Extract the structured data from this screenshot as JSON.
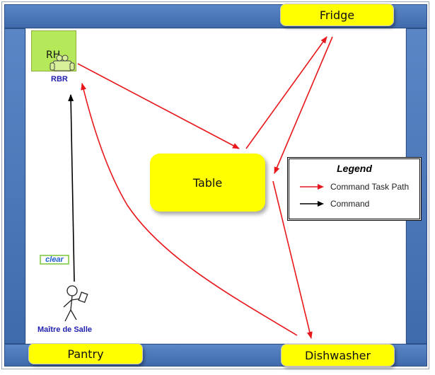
{
  "stations": {
    "fridge": "Fridge",
    "pantry": "Pantry",
    "dishwasher": "Dishwasher",
    "table": "Table"
  },
  "robot": {
    "box_label": "RH",
    "name": "RBR"
  },
  "human": {
    "name": "Maître de Salle",
    "badge": "clear"
  },
  "legend": {
    "title": "Legend",
    "items": [
      {
        "label": "Command Task Path",
        "color": "#e8171b"
      },
      {
        "label": "Command",
        "color": "#000000"
      }
    ]
  },
  "colors": {
    "wall": "#4a78bb",
    "station": "#ffff00",
    "robot": "#b6e95a",
    "task_path": "#e8171b",
    "command": "#000000",
    "label_blue": "#1f1fb0"
  },
  "icons": {
    "robot": "robot-icon",
    "human": "stick-figure-icon"
  }
}
